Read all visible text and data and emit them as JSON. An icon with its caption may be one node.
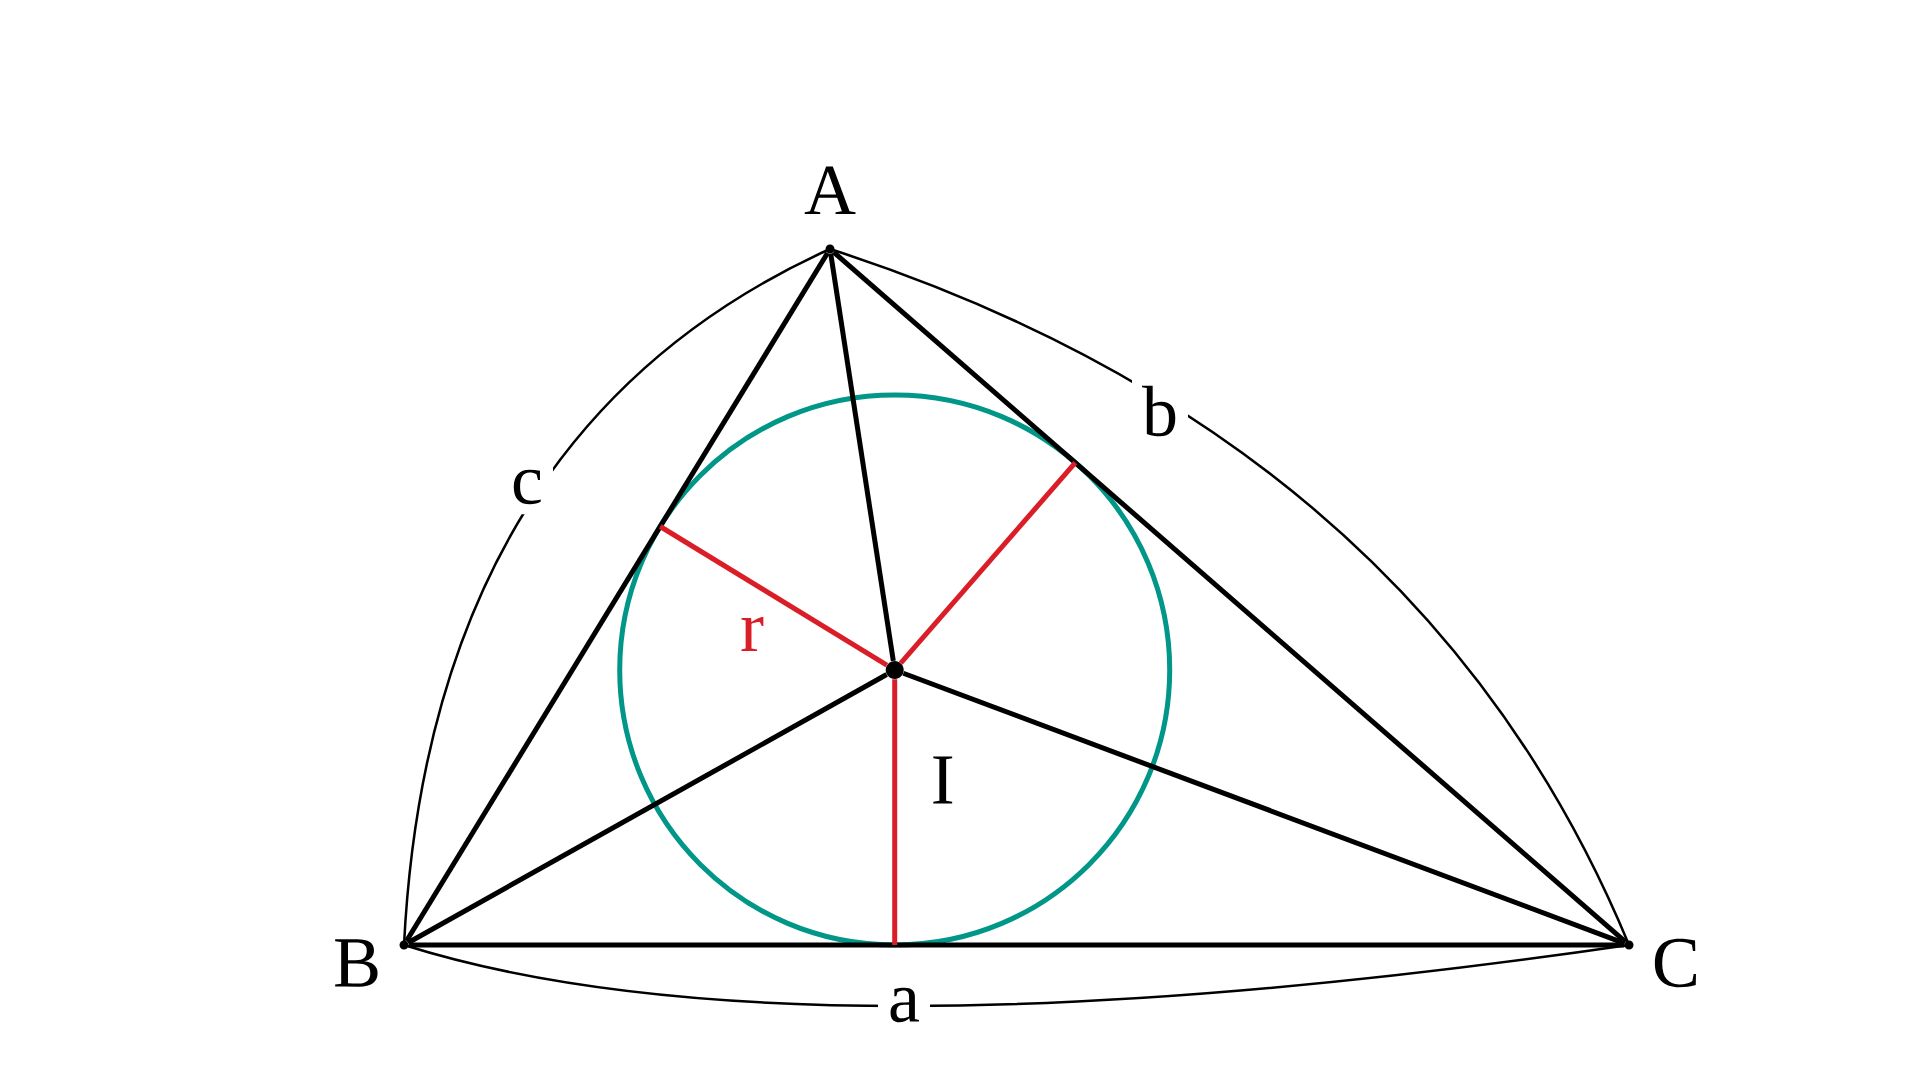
{
  "diagram": {
    "nodes": [
      {
        "text": [
          "A"
        ]
      },
      {
        "text": [
          "B"
        ]
      },
      {
        "text": [
          "C"
        ]
      },
      {
        "text": [],
        "shape": "circle",
        "beside": [
          "I"
        ]
      }
    ],
    "edges": [
      {
        "from": 0,
        "to": 1,
        "arrow": "none"
      },
      {
        "from": 1,
        "to": 2,
        "arrow": "none"
      },
      {
        "from": 2,
        "to": 0,
        "arrow": "none"
      },
      {
        "from": 3,
        "to": 0,
        "arrow": "none"
      },
      {
        "from": 3,
        "to": 1,
        "arrow": "none"
      },
      {
        "from": 3,
        "to": 2,
        "arrow": "none"
      },
      {
        "from": 3,
        "to": null,
        "arrow": "none",
        "color": "#da1e28"
      },
      {
        "from": 3,
        "to": null,
        "arrow": "none",
        "color": "#da1e28"
      },
      {
        "from": 3,
        "to": null,
        "arrow": "none",
        "color": "#da1e28"
      }
    ],
    "labels": [
      "r",
      "a",
      "b",
      "c"
    ]
  }
}
